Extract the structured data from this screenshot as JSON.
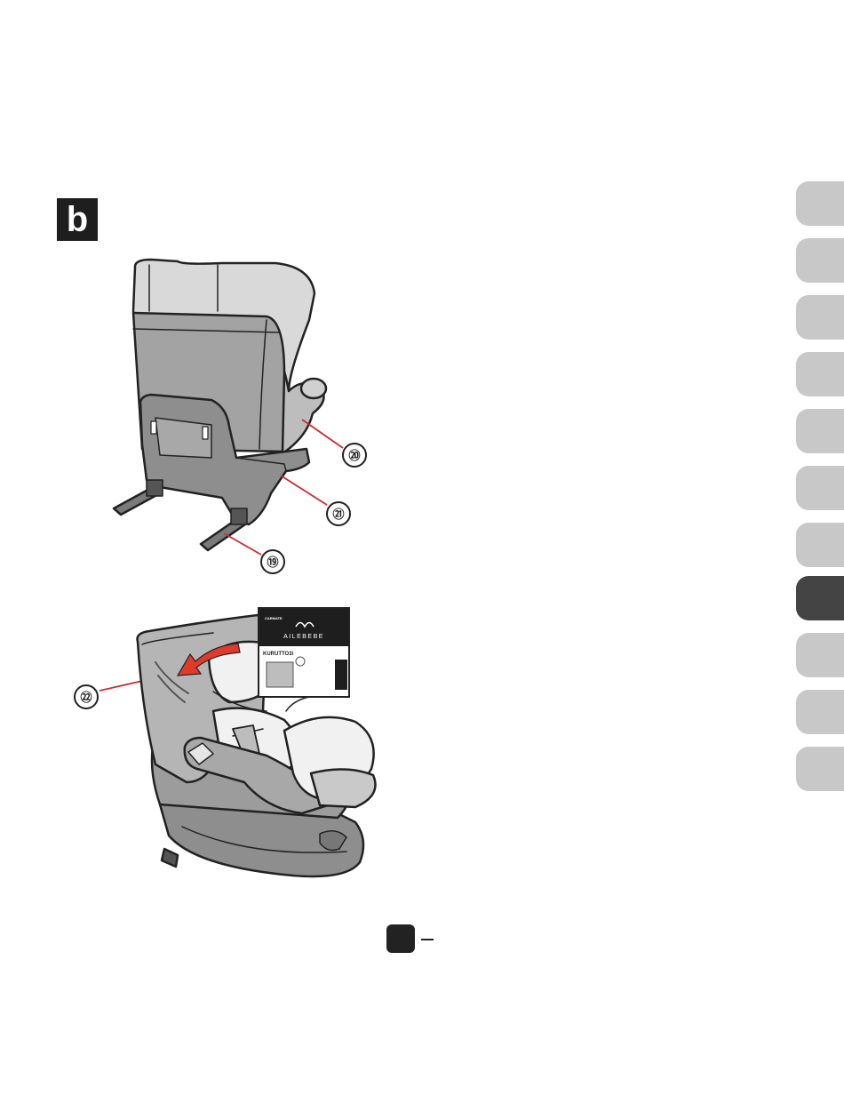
{
  "section": {
    "letter": "b"
  },
  "callouts": [
    "⑳",
    "㉑",
    "⑲",
    "㉒"
  ],
  "label_card": {
    "maker": "CARMATE",
    "brand": "AILEBEBE",
    "model": "KURUTTO3i"
  },
  "tabs": {
    "count": 11,
    "active_index": 7
  },
  "colors": {
    "ink": "#222222",
    "tab_inactive": "#c8c8c8",
    "tab_active": "#444444",
    "leader_line": "#d22a2a",
    "arrow": "#e03a2a"
  }
}
